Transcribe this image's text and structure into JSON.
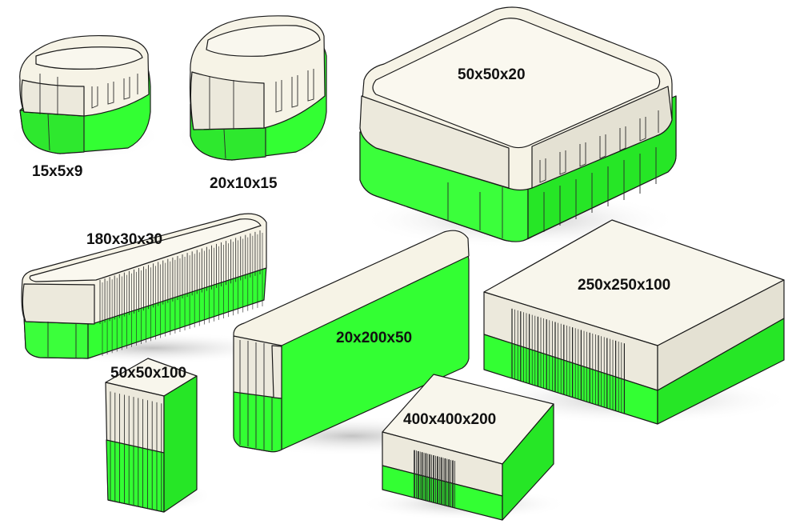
{
  "colors": {
    "lid": "#f6f3e6",
    "lid_shade": "#e7e4d6",
    "lid_dark": "#d2cfc2",
    "green": "#33ff33",
    "green_shade": "#20d820",
    "green_dark": "#14b014",
    "outline": "#1a1a1a",
    "shadow": "#cfcfcf"
  },
  "boxes": [
    {
      "id": "box-15x5x9",
      "label": "15x5x9"
    },
    {
      "id": "box-20x10x15",
      "label": "20x10x15"
    },
    {
      "id": "box-50x50x20",
      "label": "50x50x20"
    },
    {
      "id": "box-180x30x30",
      "label": "180x30x30"
    },
    {
      "id": "box-20x200x50",
      "label": "20x200x50"
    },
    {
      "id": "box-250x250x100",
      "label": "250x250x100"
    },
    {
      "id": "box-50x50x100",
      "label": "50x50x100"
    },
    {
      "id": "box-400x400x200",
      "label": "400x400x200"
    }
  ]
}
